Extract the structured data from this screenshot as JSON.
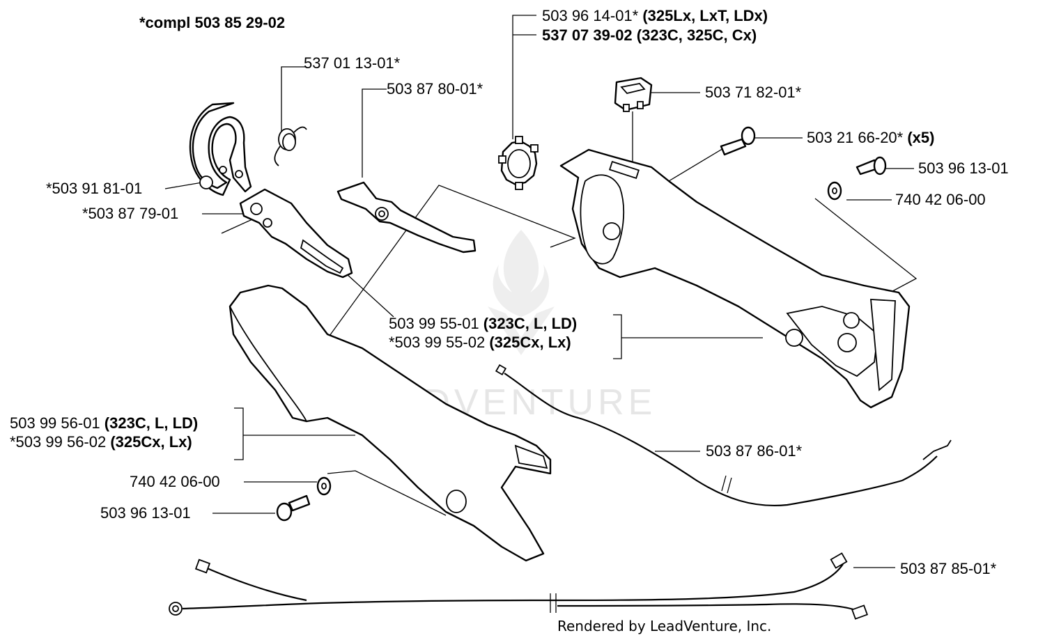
{
  "footer": "Rendered by LeadVenture, Inc.",
  "watermark": "LEADVENTURE",
  "labels": {
    "compl": "*compl 503 85 29-02",
    "l_5370113": "537 01 13-01*",
    "l_5038780": "503 87 80-01*",
    "l_5039614_pn": "503 96 14-01*",
    "l_5039614_mod": "(325Lx, LxT, LDx)",
    "l_5370739_pn": "537 07 39-02",
    "l_5370739_mod": "(323C, 325C, Cx)",
    "l_5037182": "503 71 82-01*",
    "l_5032166_pn": "503 21 66-20*",
    "l_5032166_qty": "(x5)",
    "l_5039613_top": "503 96 13-01",
    "l_7404206_top": "740 42 06-00",
    "l_5039181": "*503 91 81-01",
    "l_5038779": "*503 87 79-01",
    "l_5039955_01_pn": "503 99 55-01",
    "l_5039955_01_mod": "(323C, L, LD)",
    "l_5039955_02_pn": "*503 99 55-02",
    "l_5039955_02_mod": "(325Cx, Lx)",
    "l_5039956_01_pn": "503 99 56-01",
    "l_5039956_01_mod": "(323C, L, LD)",
    "l_5039956_02_pn": "*503 99 56-02",
    "l_5039956_02_mod": "(325Cx, Lx)",
    "l_5038786": "503 87 86-01*",
    "l_7404206_bot": "740 42 06-00",
    "l_5039613_bot": "503 96 13-01",
    "l_5038785": "503 87 85-01*"
  }
}
